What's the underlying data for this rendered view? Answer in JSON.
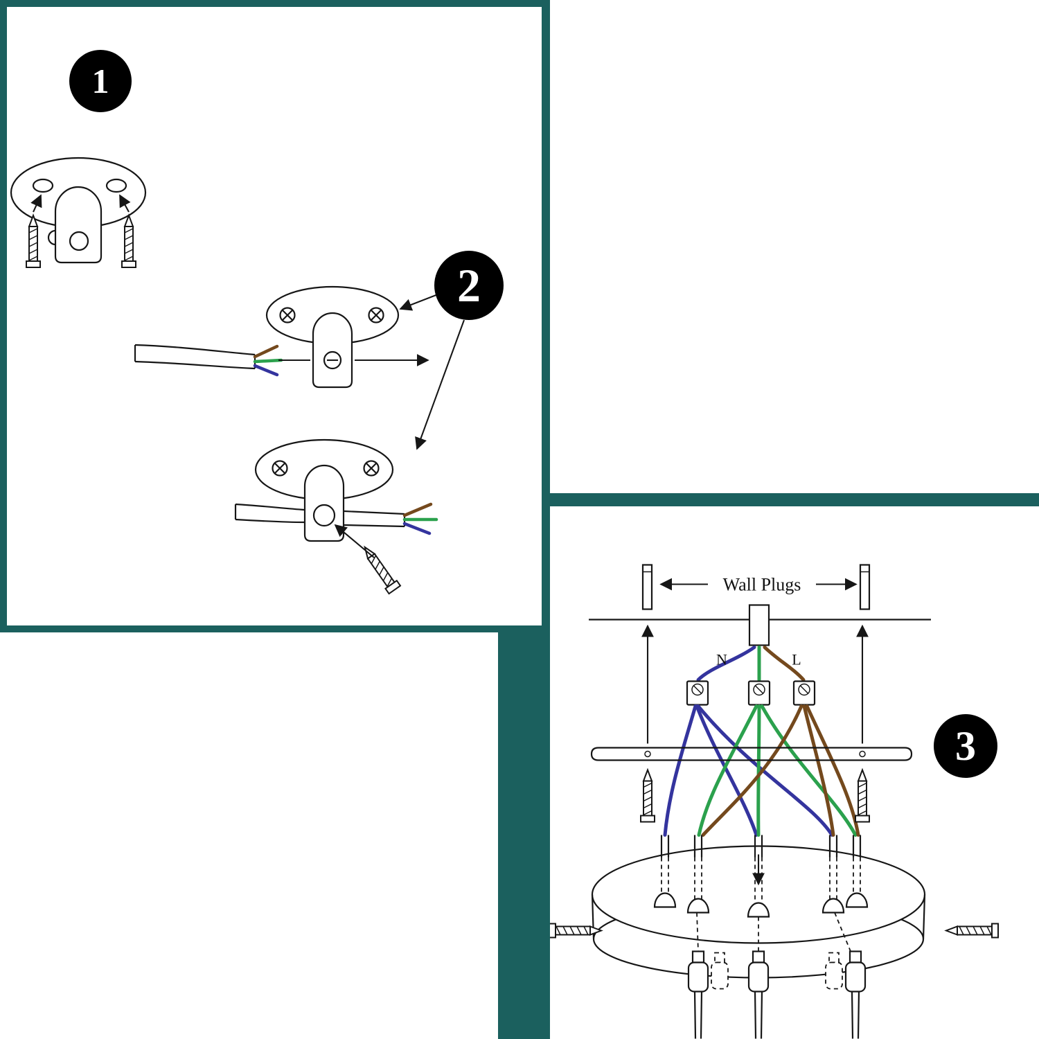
{
  "page": {
    "title": "Ceiling light fixture installation instructions"
  },
  "badges": {
    "step1": "1",
    "step2": "2",
    "step3": "3"
  },
  "step3_diagram": {
    "wall_plugs_label": "Wall Plugs",
    "neutral_label": "N",
    "live_label": "L"
  },
  "colors": {
    "page_bg": "#1b605e",
    "panel_bg": "#ffffff",
    "outline": "#161616",
    "badge_bg": "#000000",
    "badge_text": "#ffffff",
    "wire_blue": "#34349e",
    "wire_green": "#2ba14d",
    "wire_brown": "#74491d"
  },
  "icons": {
    "screw": "screw-icon",
    "arrow": "arrow-icon",
    "wall_plug": "wall-plug-icon",
    "terminal_block": "terminal-block-icon",
    "cord_grip": "cord-grip-icon"
  }
}
